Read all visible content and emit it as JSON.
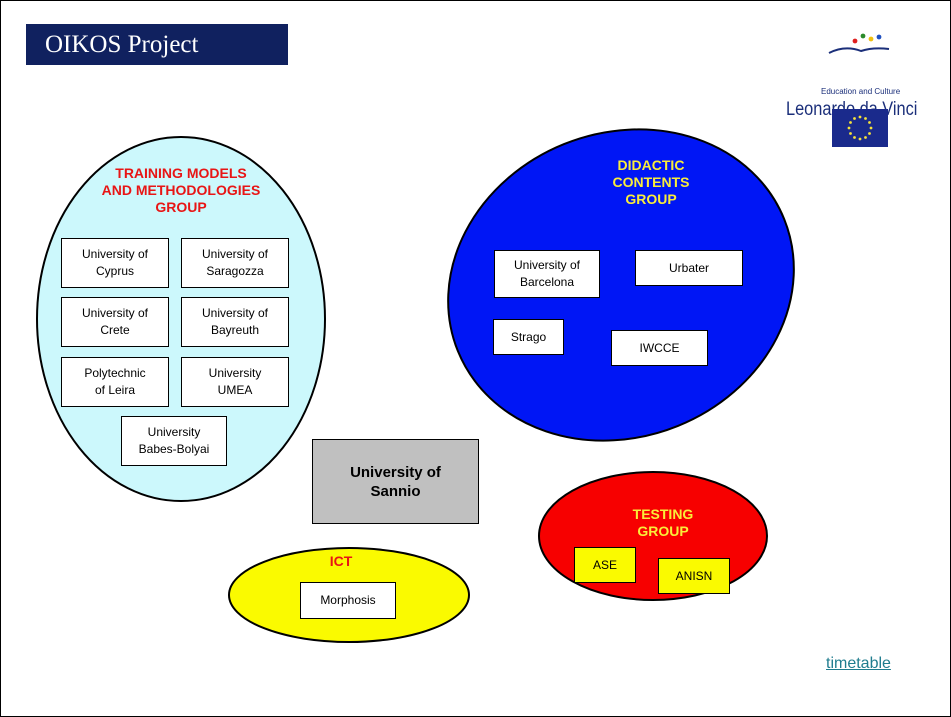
{
  "header": {
    "title": "OIKOS Project"
  },
  "logo": {
    "tagline": "Education and Culture",
    "name": "Leonardo da Vinci"
  },
  "groups": {
    "training": {
      "title_lines": [
        "TRAINING MODELS",
        "AND METHODOLOGIES",
        "GROUP"
      ],
      "members": [
        {
          "line1": "University of",
          "line2": "Cyprus"
        },
        {
          "line1": "University of",
          "line2": "Saragozza"
        },
        {
          "line1": "University of",
          "line2": "Crete"
        },
        {
          "line1": "University of",
          "line2": "Bayreuth"
        },
        {
          "line1": "Polytechnic",
          "line2": "of Leira"
        },
        {
          "line1": "University",
          "line2": "UMEA"
        },
        {
          "line1": "University",
          "line2": "Babes-Bolyai"
        }
      ]
    },
    "didactic": {
      "title_lines": [
        "DIDACTIC",
        "CONTENTS",
        "GROUP"
      ],
      "members": [
        {
          "line1": "University of",
          "line2": "Barcelona"
        },
        {
          "line1": "Urbater",
          "line2": ""
        },
        {
          "line1": "Strago",
          "line2": ""
        },
        {
          "line1": "IWCCE",
          "line2": ""
        }
      ]
    },
    "testing": {
      "title_lines": [
        "TESTING",
        "GROUP"
      ],
      "members": [
        {
          "line1": "ASE",
          "line2": ""
        },
        {
          "line1": "ANISN",
          "line2": ""
        }
      ]
    },
    "ict": {
      "title_lines": [
        "ICT"
      ],
      "members": [
        {
          "line1": "Morphosis",
          "line2": ""
        }
      ]
    }
  },
  "center": {
    "line1": "University of",
    "line2": "Sannio"
  },
  "links": {
    "timetable": "timetable"
  },
  "colors": {
    "training": "#ccf8fc",
    "didactic": "#0016f5",
    "testing": "#f70000",
    "ict": "#fafa00",
    "title_red": "#e81515",
    "title_yellow": "#f9ed3a",
    "header_bg": "#10215f"
  }
}
